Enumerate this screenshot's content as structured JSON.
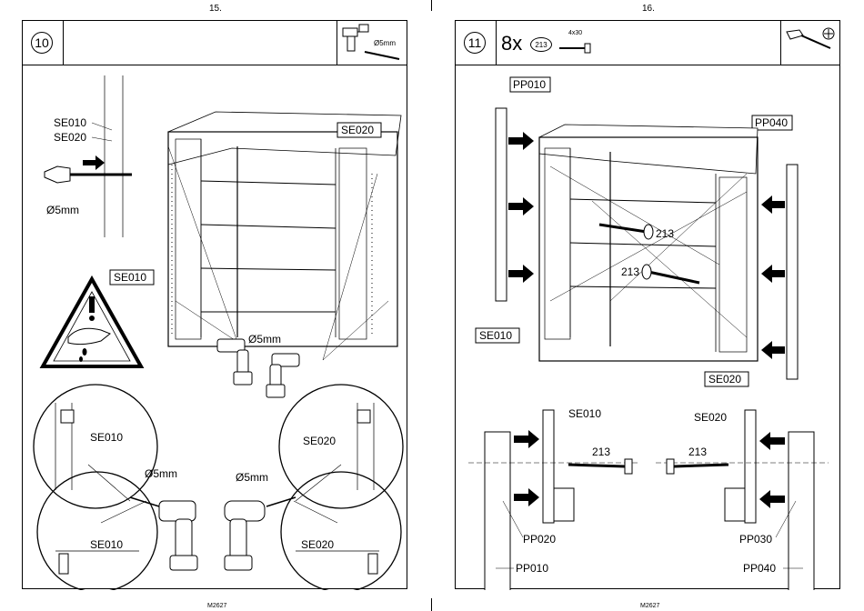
{
  "left_page": {
    "page_number": "15.",
    "step": "10",
    "tool_label": "Ø5mm",
    "footer": "M2627",
    "labels": {
      "se010_top": "SE010",
      "se020_top": "SE020",
      "se020_box": "SE020",
      "se010_box": "SE010",
      "drill_size_side": "Ø5mm",
      "drill_size_main": "Ø5mm",
      "detail_tl": "SE010",
      "detail_tr": "SE020",
      "detail_bl": "SE010",
      "detail_br": "SE020",
      "drill_left": "Ø5mm",
      "drill_right": "Ø5mm"
    }
  },
  "right_page": {
    "page_number": "16.",
    "step": "11",
    "quantity": "8x",
    "part_number": "213",
    "screw_size": "4x30",
    "footer": "M2627",
    "labels": {
      "pp010_top": "PP010",
      "pp040_top": "PP040",
      "se010_box": "SE010",
      "se020_box": "SE020",
      "screw_upper": "213",
      "screw_lower": "213",
      "det_se010": "SE010",
      "det_se020": "SE020",
      "det_screw_left": "213",
      "det_screw_right": "213",
      "pp020": "PP020",
      "pp010": "PP010",
      "pp030": "PP030",
      "pp040": "PP040"
    }
  }
}
